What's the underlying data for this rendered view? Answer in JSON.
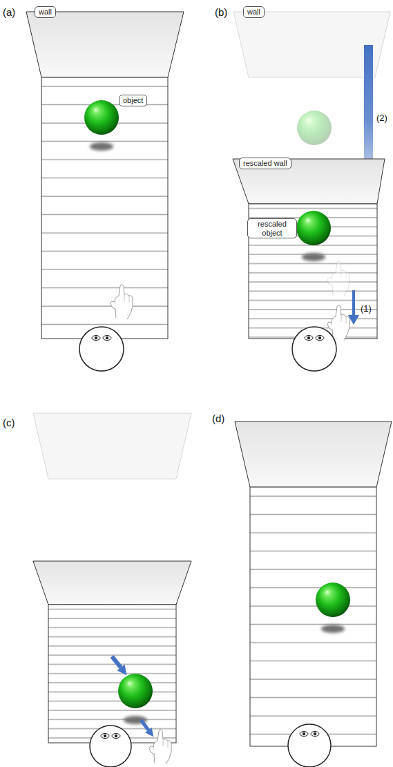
{
  "diagram": {
    "nodes": [
      {
        "text": [
          "wall"
        ]
      },
      {
        "text": [
          "object"
        ]
      },
      {
        "text": [
          "wall"
        ]
      },
      {
        "text": [
          "rescaled wall"
        ]
      },
      {
        "text": [
          "rescaled object"
        ]
      }
    ],
    "labels": [
      "(a)",
      "(b)",
      "(2)",
      "(1)",
      "(c)",
      "(d)"
    ]
  }
}
